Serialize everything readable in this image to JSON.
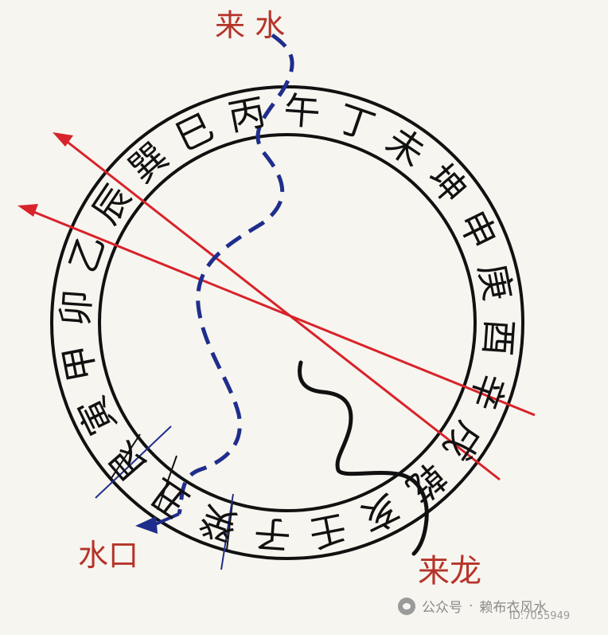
{
  "labels": {
    "incoming_water": "来 水",
    "water_exit": "水口",
    "incoming_dragon": "来龙"
  },
  "ring": {
    "characters": [
      "午",
      "丁",
      "未",
      "坤",
      "申",
      "庚",
      "酉",
      "辛",
      "戌",
      "乾",
      "亥",
      "壬",
      "子",
      "癸",
      "丑",
      "艮",
      "寅",
      "甲",
      "卯",
      "乙",
      "辰",
      "巽",
      "巳",
      "丙"
    ]
  },
  "watermark": {
    "source": "公众号",
    "separator": "·",
    "name": "赖布衣风水",
    "id": "ID:7055949"
  },
  "colors": {
    "red": "#d8232a",
    "blue": "#1f2e8c",
    "black": "#111111",
    "label_red": "#b5342a"
  }
}
